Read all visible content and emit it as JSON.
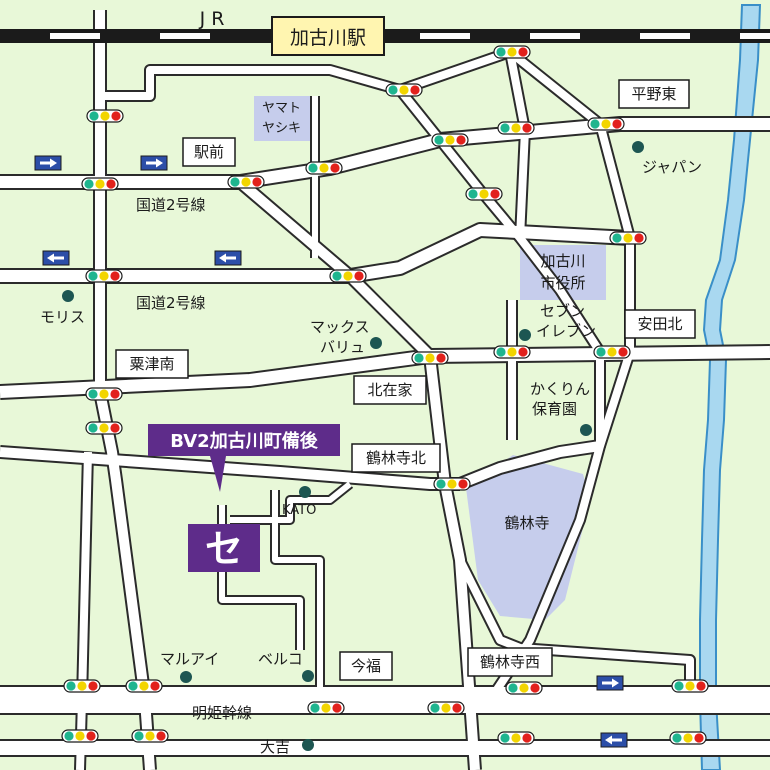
{
  "colors": {
    "background": "#e8f8d8",
    "road": "#ffffff",
    "road_border": "#2b2b2b",
    "river": "#a9d8f0",
    "river_border": "#3a8fc8",
    "building": "#c6cdec",
    "brand_purple": "#5e2c8a",
    "sign_blue": "#2c4ea8",
    "signal_green": "#1fb58f",
    "signal_yellow": "#f2d500",
    "signal_red": "#e2211c"
  },
  "rail": {
    "line_name": "J R",
    "station": "加古川駅"
  },
  "store": {
    "name": "BV2加古川町備後",
    "logo_text": "セ"
  },
  "intersections": [
    "駅前",
    "平野東",
    "安田北",
    "粟津南",
    "北在家",
    "鶴林寺北",
    "今福",
    "鶴林寺西"
  ],
  "roads": {
    "route2_upper": "国道2号線",
    "route2_lower": "国道2号線",
    "meihime": "明姫幹線"
  },
  "landmarks": {
    "yamato": [
      "ヤマト",
      "ヤシキ"
    ],
    "city_hall": [
      "加古川",
      "市役所"
    ],
    "temple": "鶴林寺",
    "japan": "ジャパン",
    "morisu": "モリス",
    "maxvalu": [
      "マックス",
      "バリュ"
    ],
    "seven": [
      "セブン",
      "イレブン"
    ],
    "nursery": [
      "かくりん",
      "保育園"
    ],
    "kato": "KATO",
    "maruai": "マルアイ",
    "beruko": "ベルコ",
    "daikichi": "大吉"
  },
  "direction_arrows": [
    "right",
    "right",
    "left",
    "left",
    "right",
    "left"
  ]
}
